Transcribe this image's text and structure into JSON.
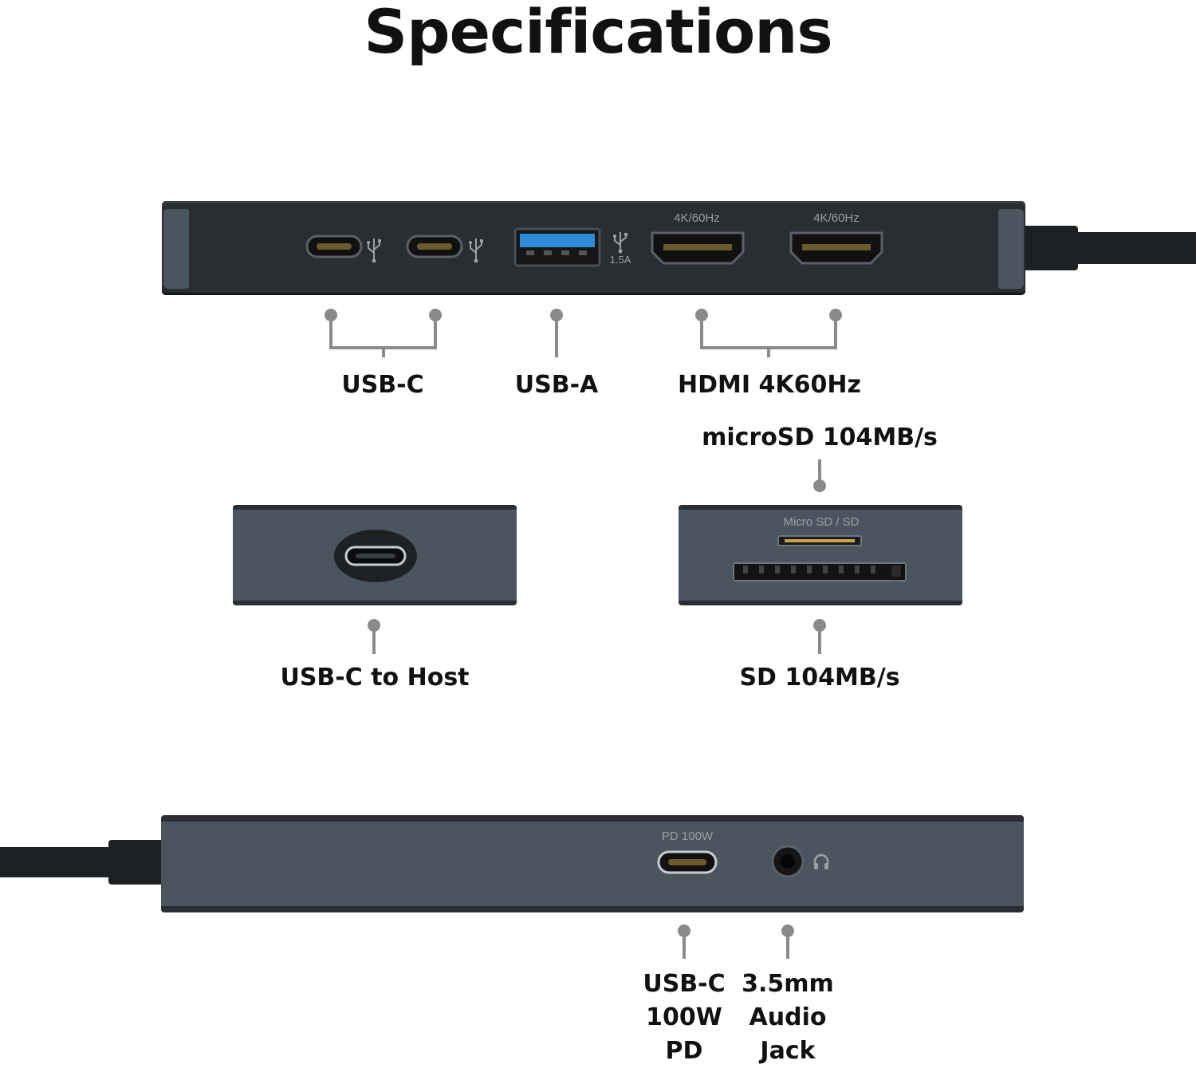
{
  "title": "Specifications",
  "top_device": {
    "hdmi_port_label_1": "4K/60Hz",
    "hdmi_port_label_2": "4K/60Hz",
    "usb_a_current": "1.5A"
  },
  "callouts": {
    "usb_c": "USB-C",
    "usb_a": "USB-A",
    "hdmi": "HDMI 4K60Hz",
    "microsd": "microSD 104MB/s",
    "usb_c_host": "USB-C to Host",
    "sd": "SD 104MB/s",
    "usb_c_pd": "USB-C\n100W\nPD",
    "audio": "3.5mm\nAudio\nJack"
  },
  "card_reader": {
    "label": "Micro SD / SD"
  },
  "bottom_device": {
    "pd_label": "PD 100W"
  },
  "icons": [
    "usb-icon",
    "headphone-icon"
  ],
  "colors": {
    "device_dark": "#2a2d31",
    "device_slate": "#4a5560",
    "usb_a_blue": "#2f8ad8",
    "leader_line": "#8a8a8a"
  }
}
